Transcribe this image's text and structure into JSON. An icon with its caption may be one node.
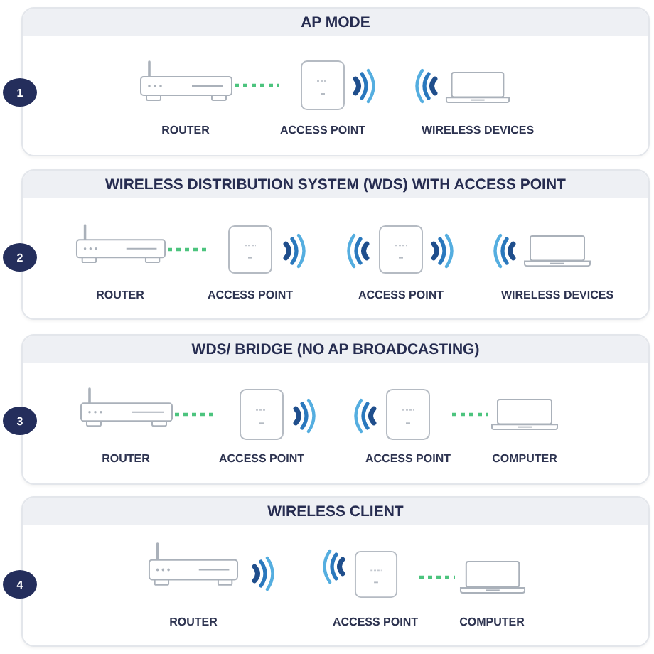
{
  "diagram": {
    "nodes": [
      {
        "text": [
          "AP MODE"
        ]
      },
      {
        "text": [
          "1"
        ]
      },
      {
        "text": [
          "ROUTER"
        ],
        "in": 0
      },
      {
        "text": [
          "ACCESS POINT"
        ],
        "in": 0
      },
      {
        "text": [
          "WIRELESS DEVICES"
        ],
        "in": 0
      },
      {
        "text": [
          "WIRELESS DISTRIBUTION SYSTEM (WDS) WITH ACCESS POINT"
        ]
      },
      {
        "text": [
          "2"
        ]
      },
      {
        "text": [
          "ROUTER"
        ],
        "in": 5
      },
      {
        "text": [
          "ACCESS POINT"
        ],
        "in": 5
      },
      {
        "text": [
          "ACCESS POINT"
        ],
        "in": 5
      },
      {
        "text": [
          "WIRELESS DEVICES"
        ],
        "in": 5
      },
      {
        "text": [
          "WDS/ BRIDGE (NO AP BROADCASTING)"
        ]
      },
      {
        "text": [
          "3"
        ]
      },
      {
        "text": [
          "ROUTER"
        ],
        "in": 11
      },
      {
        "text": [
          "ACCESS POINT"
        ],
        "in": 11
      },
      {
        "text": [
          "ACCESS POINT"
        ],
        "in": 11
      },
      {
        "text": [
          "COMPUTER"
        ],
        "in": 11
      },
      {
        "text": [
          "WIRELESS CLIENT"
        ]
      },
      {
        "text": [
          "4"
        ]
      },
      {
        "text": [
          "ROUTER"
        ],
        "in": 17
      },
      {
        "text": [
          "ACCESS POINT"
        ],
        "in": 17
      },
      {
        "text": [
          "COMPUTER"
        ],
        "in": 17
      }
    ],
    "edges": [
      {
        "from": 2,
        "to": 3,
        "arrow": "none",
        "style": "dashed"
      },
      {
        "from": 7,
        "to": 8,
        "arrow": "none",
        "style": "dashed"
      },
      {
        "from": 13,
        "to": 14,
        "arrow": "none",
        "style": "dashed"
      },
      {
        "from": 15,
        "to": 16,
        "arrow": "none",
        "style": "dashed"
      },
      {
        "from": 20,
        "to": 21,
        "arrow": "none",
        "style": "dashed"
      }
    ]
  }
}
